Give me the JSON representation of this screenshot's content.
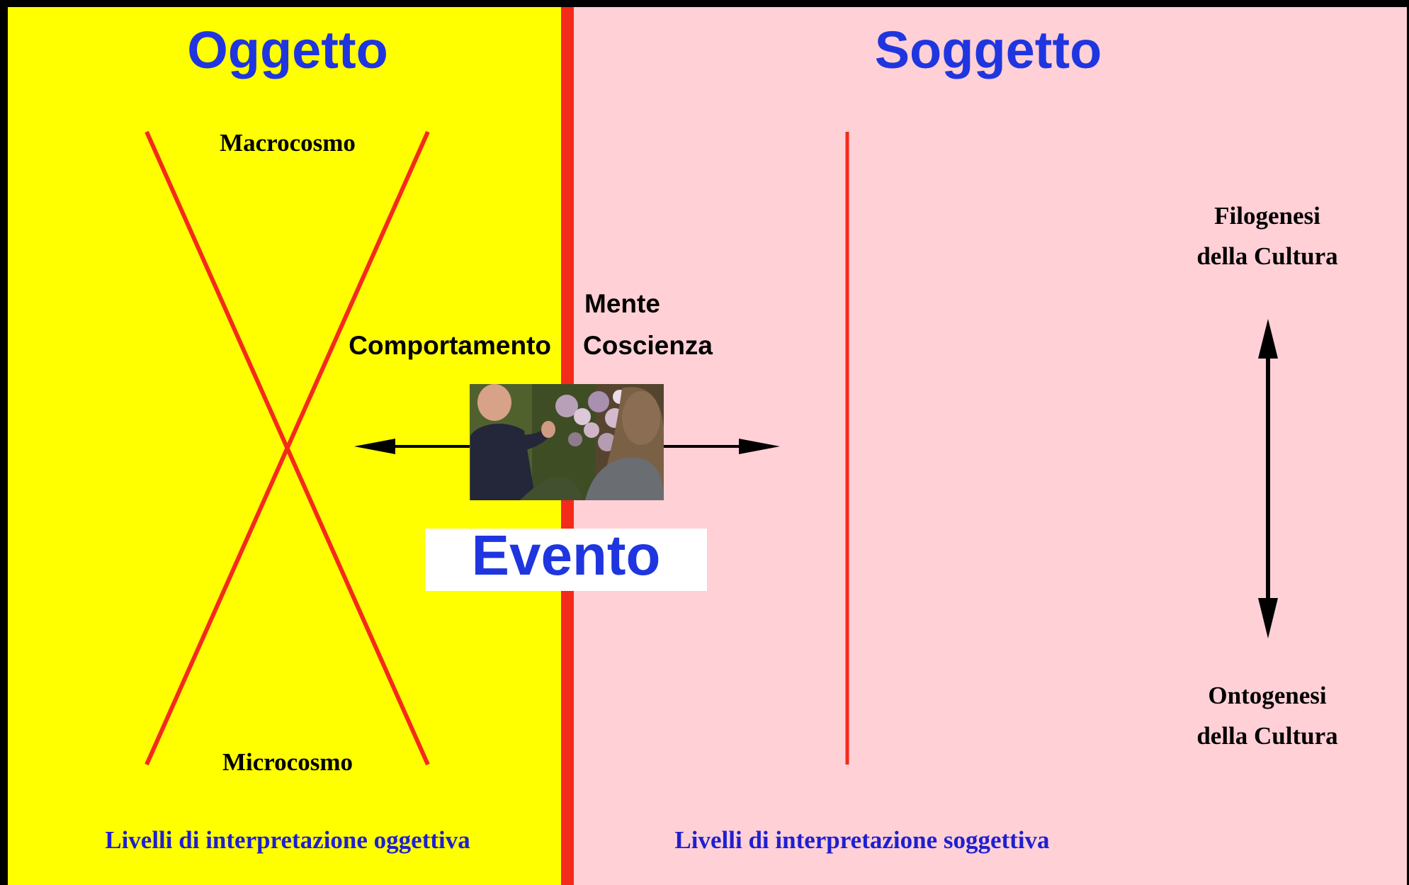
{
  "titles": {
    "left": "Oggetto",
    "right": "Soggetto"
  },
  "left_panel": {
    "top_label": "Macrocosmo",
    "bottom_label": "Microcosmo",
    "behavior_label": "Comportamento",
    "caption": "Livelli di interpretazione oggettiva"
  },
  "right_panel": {
    "mind_label": "Mente",
    "consciousness_label": "Coscienza",
    "phylogenesis_line1": "Filogenesi",
    "phylogenesis_line2": "della Cultura",
    "ontogenesis_line1": "Ontogenesi",
    "ontogenesis_line2": "della Cultura",
    "caption": "Livelli di interpretazione soggettiva"
  },
  "event": {
    "label": "Evento",
    "photo": "photo-of-two-people-among-flowering-plants"
  },
  "colors": {
    "left_bg": "#ffff00",
    "right_bg": "#ffd0d6",
    "divider": "#f42a1a",
    "red_lines": "#f42a1a",
    "title_blue": "#1f35e0",
    "caption_blue": "#1f1fd0",
    "black": "#000000",
    "white": "#ffffff"
  }
}
